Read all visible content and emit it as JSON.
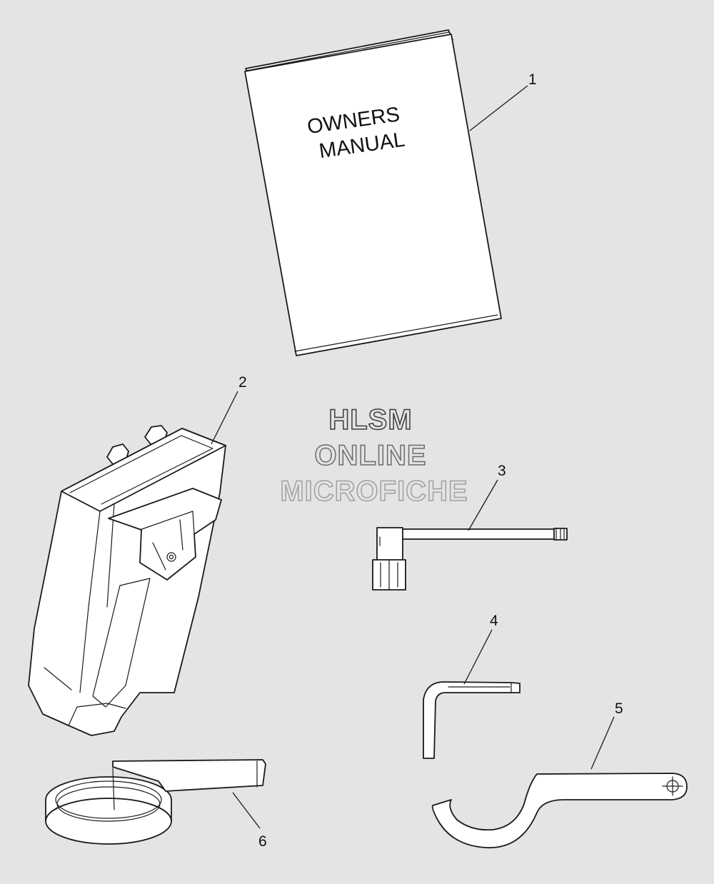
{
  "manual": {
    "line1": "OWNERS",
    "line2": "MANUAL"
  },
  "watermark": {
    "line1": "HLSM",
    "line2": "ONLINE",
    "line3": "MICROFICHE"
  },
  "callouts": [
    "1",
    "2",
    "3",
    "4",
    "5",
    "6"
  ],
  "colors": {
    "background": "#e4e4e4",
    "line": "#1a1a1a",
    "part_fill": "#ffffff",
    "watermark": "#555555"
  }
}
